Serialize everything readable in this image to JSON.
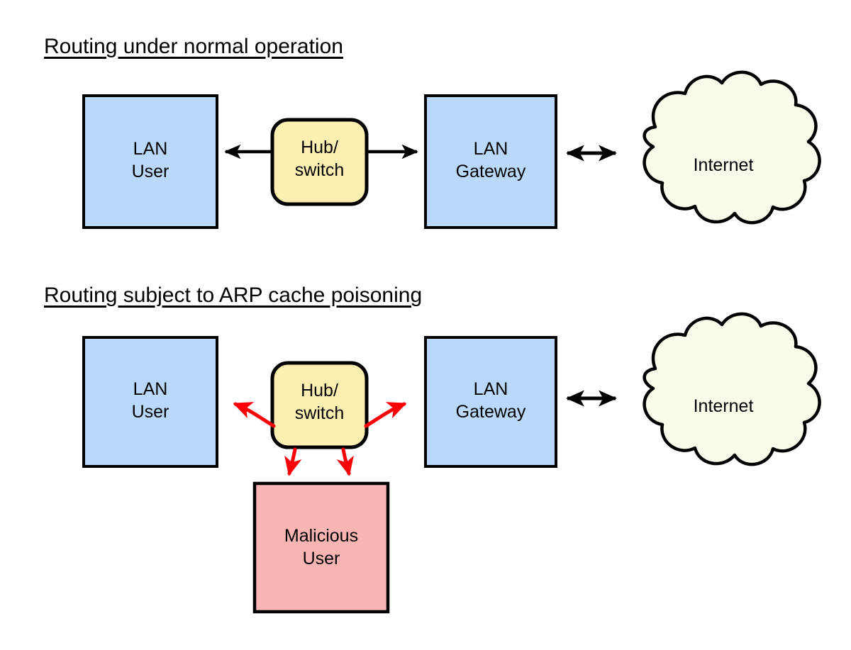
{
  "diagram": {
    "title_normal": "Routing under normal operation",
    "title_arp": "Routing subject to ARP cache poisoning",
    "nodes": {
      "lan_user_top": "LAN\nUser",
      "hub_top": "Hub/\nswitch",
      "lan_gateway_top": "LAN\nGateway",
      "internet_top": "Internet",
      "lan_user_bottom": "LAN\nUser",
      "hub_bottom": "Hub/\nswitch",
      "lan_gateway_bottom": "LAN\nGateway",
      "internet_bottom": "Internet",
      "malicious_user": "Malicious\nUser"
    },
    "colors": {
      "box_blue_fill": "#bad9fa",
      "hub_yellow_fill": "#fdefb2",
      "cloud_cream_fill": "#fbfbec",
      "malicious_pink_fill": "#f9b4b4",
      "stroke_black": "#000000",
      "attack_arrow_red": "#fb0007",
      "page_background": "#ffffff"
    },
    "arrows": {
      "normal_user_link": "double-sided-hub-to-user-and-gateway",
      "gateway_internet_link": "bidirectional",
      "attack_user_link": "red-curved-to-user",
      "attack_gateway_link": "red-curved-to-gateway",
      "attack_malicious_left": "red-down-to-malicious",
      "attack_malicious_right": "red-down-to-malicious"
    }
  }
}
